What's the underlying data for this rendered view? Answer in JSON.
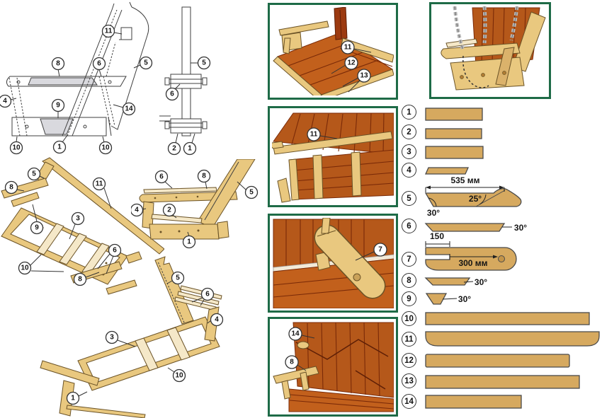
{
  "title": "porch-swing-assembly-diagram",
  "colors": {
    "frame_green": "#1e6b47",
    "wood_tan": "#d6a95f",
    "wood_light": "#e9c87f",
    "wood_orange": "#c2601c",
    "outline": "#3f3f3f"
  },
  "callouts": {
    "side_view": [
      "11",
      "8",
      "6",
      "5",
      "4",
      "9",
      "14",
      "10",
      "1",
      "10"
    ],
    "post_view": [
      "5",
      "6",
      "2",
      "1"
    ],
    "frame_3d": [
      "5",
      "8",
      "11",
      "3",
      "9",
      "6",
      "10",
      "8"
    ],
    "side_assembly": [
      "6",
      "8",
      "5",
      "4",
      "2",
      "1"
    ],
    "base_3d": [
      "5",
      "6",
      "4",
      "3",
      "10",
      "1"
    ],
    "inset_seat": [
      "11",
      "12",
      "13"
    ],
    "inset_back": [
      "11"
    ],
    "inset_armrest": [
      "7"
    ],
    "inset_backview": [
      "14",
      "8"
    ]
  },
  "parts": {
    "labels": [
      "1",
      "2",
      "3",
      "4",
      "5",
      "6",
      "7",
      "8",
      "9",
      "10",
      "11",
      "12",
      "13",
      "14"
    ],
    "dims": {
      "p5_length": "535 мм",
      "p5_angle_inner": "25°",
      "p5_angle_left": "30°",
      "p6_angle": "30°",
      "p7_notch": "150",
      "p7_length": "300 мм",
      "p8_angle": "30°",
      "p9_angle": "30°"
    }
  }
}
